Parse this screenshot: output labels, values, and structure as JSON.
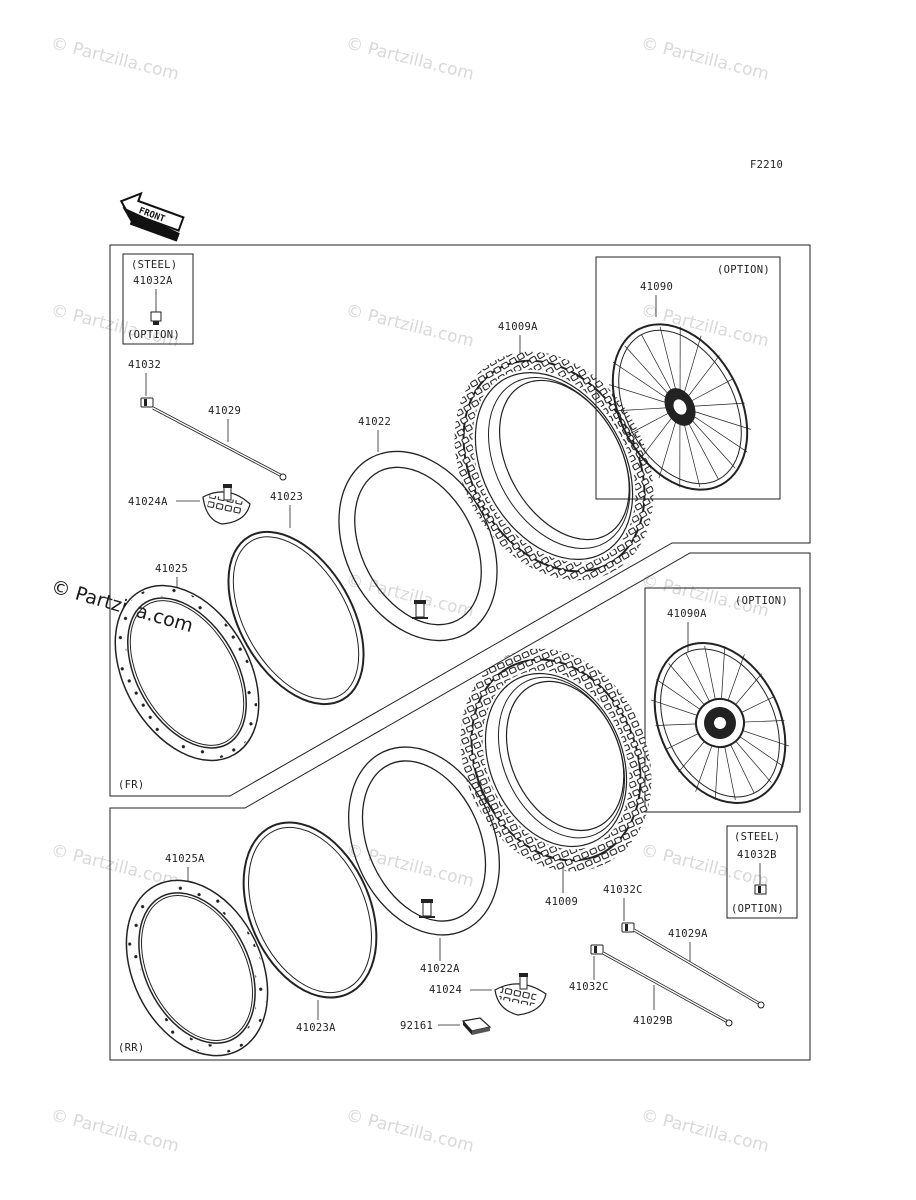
{
  "diagram_code": "F2210",
  "front_arrow_text": "FRONT",
  "watermark_text": "© Partzilla.com",
  "sections": {
    "front": "(FR)",
    "rear": "(RR)"
  },
  "notes": {
    "steel": "(STEEL)",
    "option": "(OPTION)"
  },
  "parts": {
    "p41032A": "41032A",
    "p41032": "41032",
    "p41029": "41029",
    "p41024A": "41024A",
    "p41023": "41023",
    "p41022": "41022",
    "p41009A": "41009A",
    "p41090": "41090",
    "p41025": "41025",
    "p41090A": "41090A",
    "p41009": "41009",
    "p41032B": "41032B",
    "p41025A": "41025A",
    "p41023A": "41023A",
    "p41022A": "41022A",
    "p41024": "41024",
    "p92161": "92161",
    "p41032C_1": "41032C",
    "p41032C_2": "41032C",
    "p41029A": "41029A",
    "p41029B": "41029B"
  }
}
